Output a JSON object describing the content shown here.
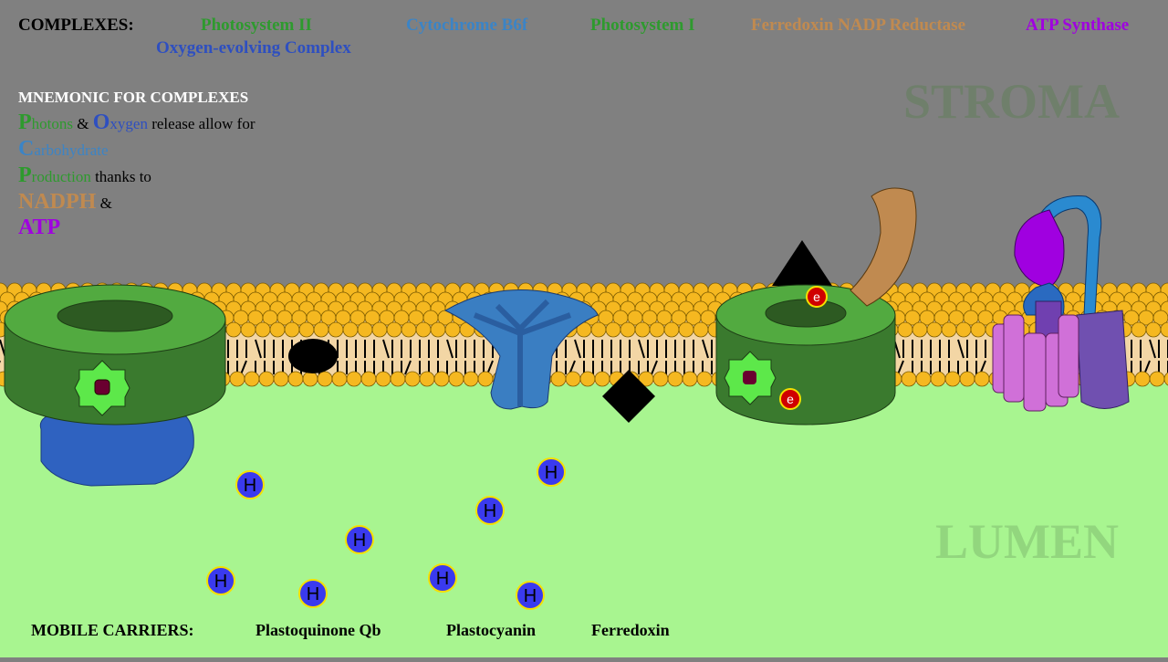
{
  "colors": {
    "stroma": "#808080",
    "lumen": "#a8f590",
    "ps2": "#3ba12e",
    "oec": "#2e4fc0",
    "cyt": "#3b84c6",
    "ps1": "#3ba12e",
    "fnr": "#c08a50",
    "atp": "#a000e0",
    "proton": "#3a3aee",
    "electron": "#d00000",
    "lipid_head": "#f5b820"
  },
  "header": {
    "label": "COMPLEXES:",
    "complexes": [
      {
        "name": "Photosystem II",
        "color": "#2e9a2e"
      },
      {
        "name": "Oxygen-evolving Complex",
        "color": "#2e4fc0"
      },
      {
        "name": "Cytochrome B6f",
        "color": "#3b84c6"
      },
      {
        "name": "Photosystem I",
        "color": "#2e9a2e"
      },
      {
        "name": "Ferredoxin NADP Reductase",
        "color": "#c08a50"
      },
      {
        "name": "ATP Synthase",
        "color": "#a000e0"
      }
    ]
  },
  "mnemonic": {
    "title": "MNEMONIC FOR COMPLEXES",
    "l1": {
      "p": "P",
      "p_rest": "hotons",
      "amp": " & ",
      "o": "O",
      "o_rest": "xygen",
      "rest": " release allow for"
    },
    "l2": {
      "c": "C",
      "c_rest": "arbohydrate"
    },
    "l3": {
      "p": "P",
      "p_rest": "roduction",
      "rest": " thanks to"
    },
    "l4": {
      "n": "NADPH",
      "rest": " &"
    },
    "l5": {
      "a": "ATP"
    }
  },
  "regions": {
    "stroma": "STROMA",
    "lumen": "LUMEN"
  },
  "proton_label": "H",
  "electron_label": "e",
  "footer": {
    "label": "MOBILE CARRIERS:",
    "carriers": [
      "Plastoquinone Qb",
      "Plastocyanin",
      "Ferredoxin"
    ]
  }
}
